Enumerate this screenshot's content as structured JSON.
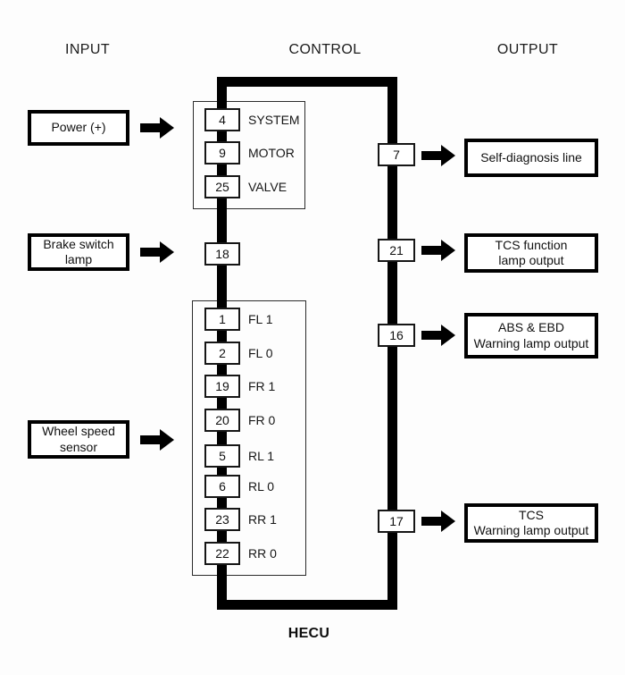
{
  "headers": {
    "input": "INPUT",
    "control": "CONTROL",
    "output": "OUTPUT"
  },
  "control": {
    "name": "HECU",
    "top_group": [
      {
        "pin": "4",
        "label": "SYSTEM"
      },
      {
        "pin": "9",
        "label": "MOTOR"
      },
      {
        "pin": "25",
        "label": "VALVE"
      }
    ],
    "brake_pin": {
      "pin": "18"
    },
    "wheel_group": [
      {
        "pin": "1",
        "label": "FL 1"
      },
      {
        "pin": "2",
        "label": "FL 0"
      },
      {
        "pin": "19",
        "label": "FR 1"
      },
      {
        "pin": "20",
        "label": "FR 0"
      },
      {
        "pin": "5",
        "label": "RL 1"
      },
      {
        "pin": "6",
        "label": "RL 0"
      },
      {
        "pin": "23",
        "label": "RR 1"
      },
      {
        "pin": "22",
        "label": "RR 0"
      }
    ],
    "output_pins": [
      {
        "pin": "7"
      },
      {
        "pin": "21"
      },
      {
        "pin": "16"
      },
      {
        "pin": "17"
      }
    ]
  },
  "inputs": [
    {
      "label": "Power (+)"
    },
    {
      "label": "Brake switch\nlamp"
    },
    {
      "label": "Wheel speed\nsensor"
    }
  ],
  "outputs": [
    {
      "label": "Self-diagnosis line"
    },
    {
      "label": "TCS function\nlamp output"
    },
    {
      "label": "ABS & EBD\nWarning lamp output"
    },
    {
      "label": "TCS\nWarning lamp output"
    }
  ],
  "colors": {
    "wire": "#000000",
    "border": "#000000",
    "background": "#fdfdfd"
  }
}
